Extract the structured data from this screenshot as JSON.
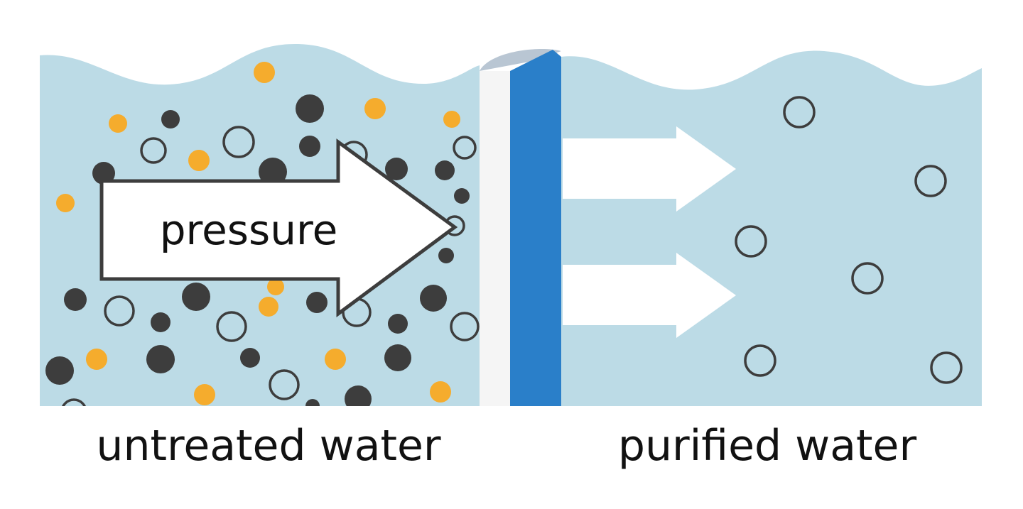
{
  "diagram": {
    "arrow_label": "pressure",
    "left_label": "untreated water",
    "right_label": "purified water"
  },
  "colors": {
    "water": "#bcdbe6",
    "membrane_front": "#2a7fc9",
    "membrane_support": "#f5f5f5",
    "membrane_top": "#b9c6d3",
    "contaminant_dark": "#3d3d3d",
    "contaminant_orange": "#f5ac2d",
    "molecule_outline": "#3d3d3d",
    "arrow_fill": "#ffffff",
    "arrow_stroke": "#3d3d3d"
  }
}
